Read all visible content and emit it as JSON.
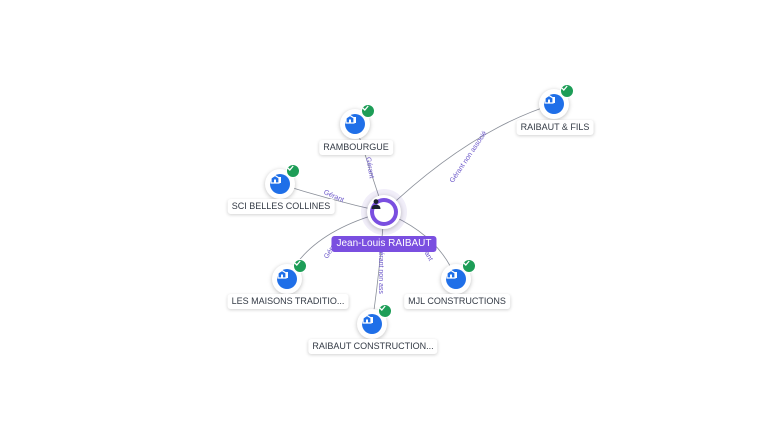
{
  "center": {
    "name": "Jean-Louis RAIBAUT",
    "icon": "person-icon"
  },
  "companies": [
    {
      "id": "rambourgue",
      "name": "RAMBOURGUE",
      "icon": "building-icon",
      "badge": "verified-check-icon",
      "relation": "Gérant"
    },
    {
      "id": "raibaut-fils",
      "name": "RAIBAUT & FILS",
      "icon": "building-icon",
      "badge": "verified-check-icon",
      "relation": "Gérant non associé"
    },
    {
      "id": "sci-belles-collines",
      "name": "SCI BELLES COLLINES",
      "icon": "building-icon",
      "badge": "verified-check-icon",
      "relation": "Gérant"
    },
    {
      "id": "les-maisons-traditio",
      "name": "LES MAISONS TRADITIO...",
      "icon": "building-icon",
      "badge": "verified-check-icon",
      "relation": "Gérant"
    },
    {
      "id": "raibaut-construction",
      "name": "RAIBAUT CONSTRUCTION...",
      "icon": "building-icon",
      "badge": "verified-check-icon",
      "relation": "Gérant non ass"
    },
    {
      "id": "mjl-constructions",
      "name": "MJL CONSTRUCTIONS",
      "icon": "building-icon",
      "badge": "verified-check-icon",
      "relation": "Gérant"
    }
  ],
  "colors": {
    "accent": "#7a4fe0",
    "company_blue": "#1f6fe8",
    "verified_green": "#1d9d57",
    "edge": "#8a8f99",
    "edge_text": "#6b57c9"
  }
}
